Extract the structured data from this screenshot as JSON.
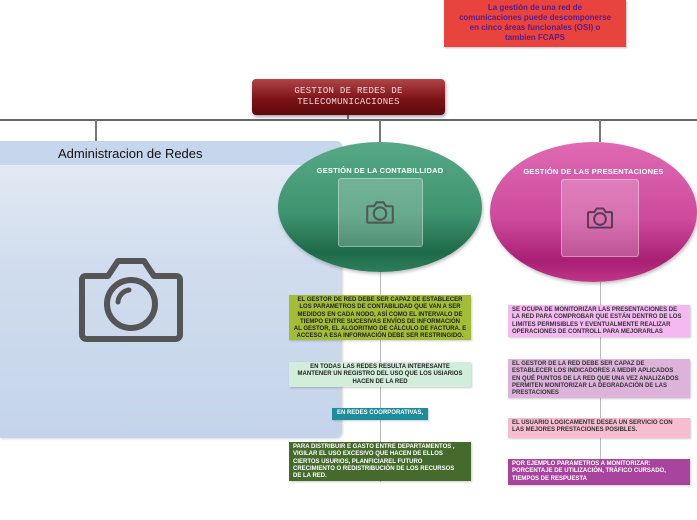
{
  "note": {
    "text": "La gestión de una red  de\ncomunicaciones puede  descomponerse\nen cinco áreas funcionales (OSI) o\ntambien  FCAPS"
  },
  "main_topic": {
    "title": "GESTION DE REDES DE\nTELECOMUNICACIONES"
  },
  "admin": {
    "title": "Administracion de Redes",
    "icon": "camera-icon"
  },
  "contabilidad": {
    "title": "GESTIÓN DE LA CONTABILLIDAD",
    "icon": "camera-icon",
    "color": "#3f9470",
    "boxes": [
      "EL GESTOR DE RED  DEBE SER CAPAZ DE ESTABLECER\nLOS PARAMETROS DE CONTABILIDAD  QUE VAN A SER\nMEDIDOS EN CADA NODO, ASÍ COMO EL INTERVALO DE\nTIEMPO ENTRE SUCESIVAS ENVÍOS  DE INFORMACIÓN\nAL GESTOR, EL ALGORITMO DE CÁLCULO DE FACTURA. E\nACCESO A ESA INFORMACIÓN DEBE SER RESTRINGIDO.",
      "EN TODAS LAS REDES RESULTA INTERESANTE\nMANTENER UN REGISTRO DEL USO QUE LOS USIARIOS\nHACEN DE LA RED",
      "EN REDES COORPORATIVAS,",
      "PARA DISTRIBUIR E GASTO ENTRE DEPARTAMENTOS ,\nVIGILAR EL USO EXCESIVO  QUE HACEN DE ELLOS\nCIERTOS USURIOS, PLANFICIAREL FUTURO\nCRECIMIENTO O REDISTRIBUCIÓN DE LOS RECURSOS\nDE LA RED."
    ]
  },
  "presentaciones": {
    "title": "GESTIÓN DE LAS PRESENTACIONES",
    "icon": "camera-icon",
    "color": "#cd4a9c",
    "boxes": [
      "SE OCUPA DE MONITORIZAR LAS PRESENTACIONES DE\nLA RED PARA COMPROBAR QUE ESTÁN  DENTRO DE LOS\nLIMITES PERMISIBLES  Y EVENTUALMENTE REALIZAR\nOPERACIONES  DE CONTROLL PARA MEJORARLAS",
      "EL GESTOR DE LA RED DEBE SER CAPAZ DE\nESTABLECER LOS INDICADORES  A MEDIR APLICADOS\nEN QUÉ PUNTOS DE LA RED  QUE UNA VEZ ANALIZADOS\nPERMITEN MONITORIZAR LA DEGRADACIÓN DE LAS\nPRESTACIONES",
      "EL USUARIO LOGICAMENTE DESEA UN SERVICIO CON\nLAS MEJORES PRESTACIONES POSIBLES.",
      "POR EJEMPLO PARAMETROS A MONITORIZAR:\nPORCENTAJE DE UTILIZACIÓN, TRÁFICO CURSADO,\nTIEMPOS DE RESPUESTA"
    ]
  }
}
